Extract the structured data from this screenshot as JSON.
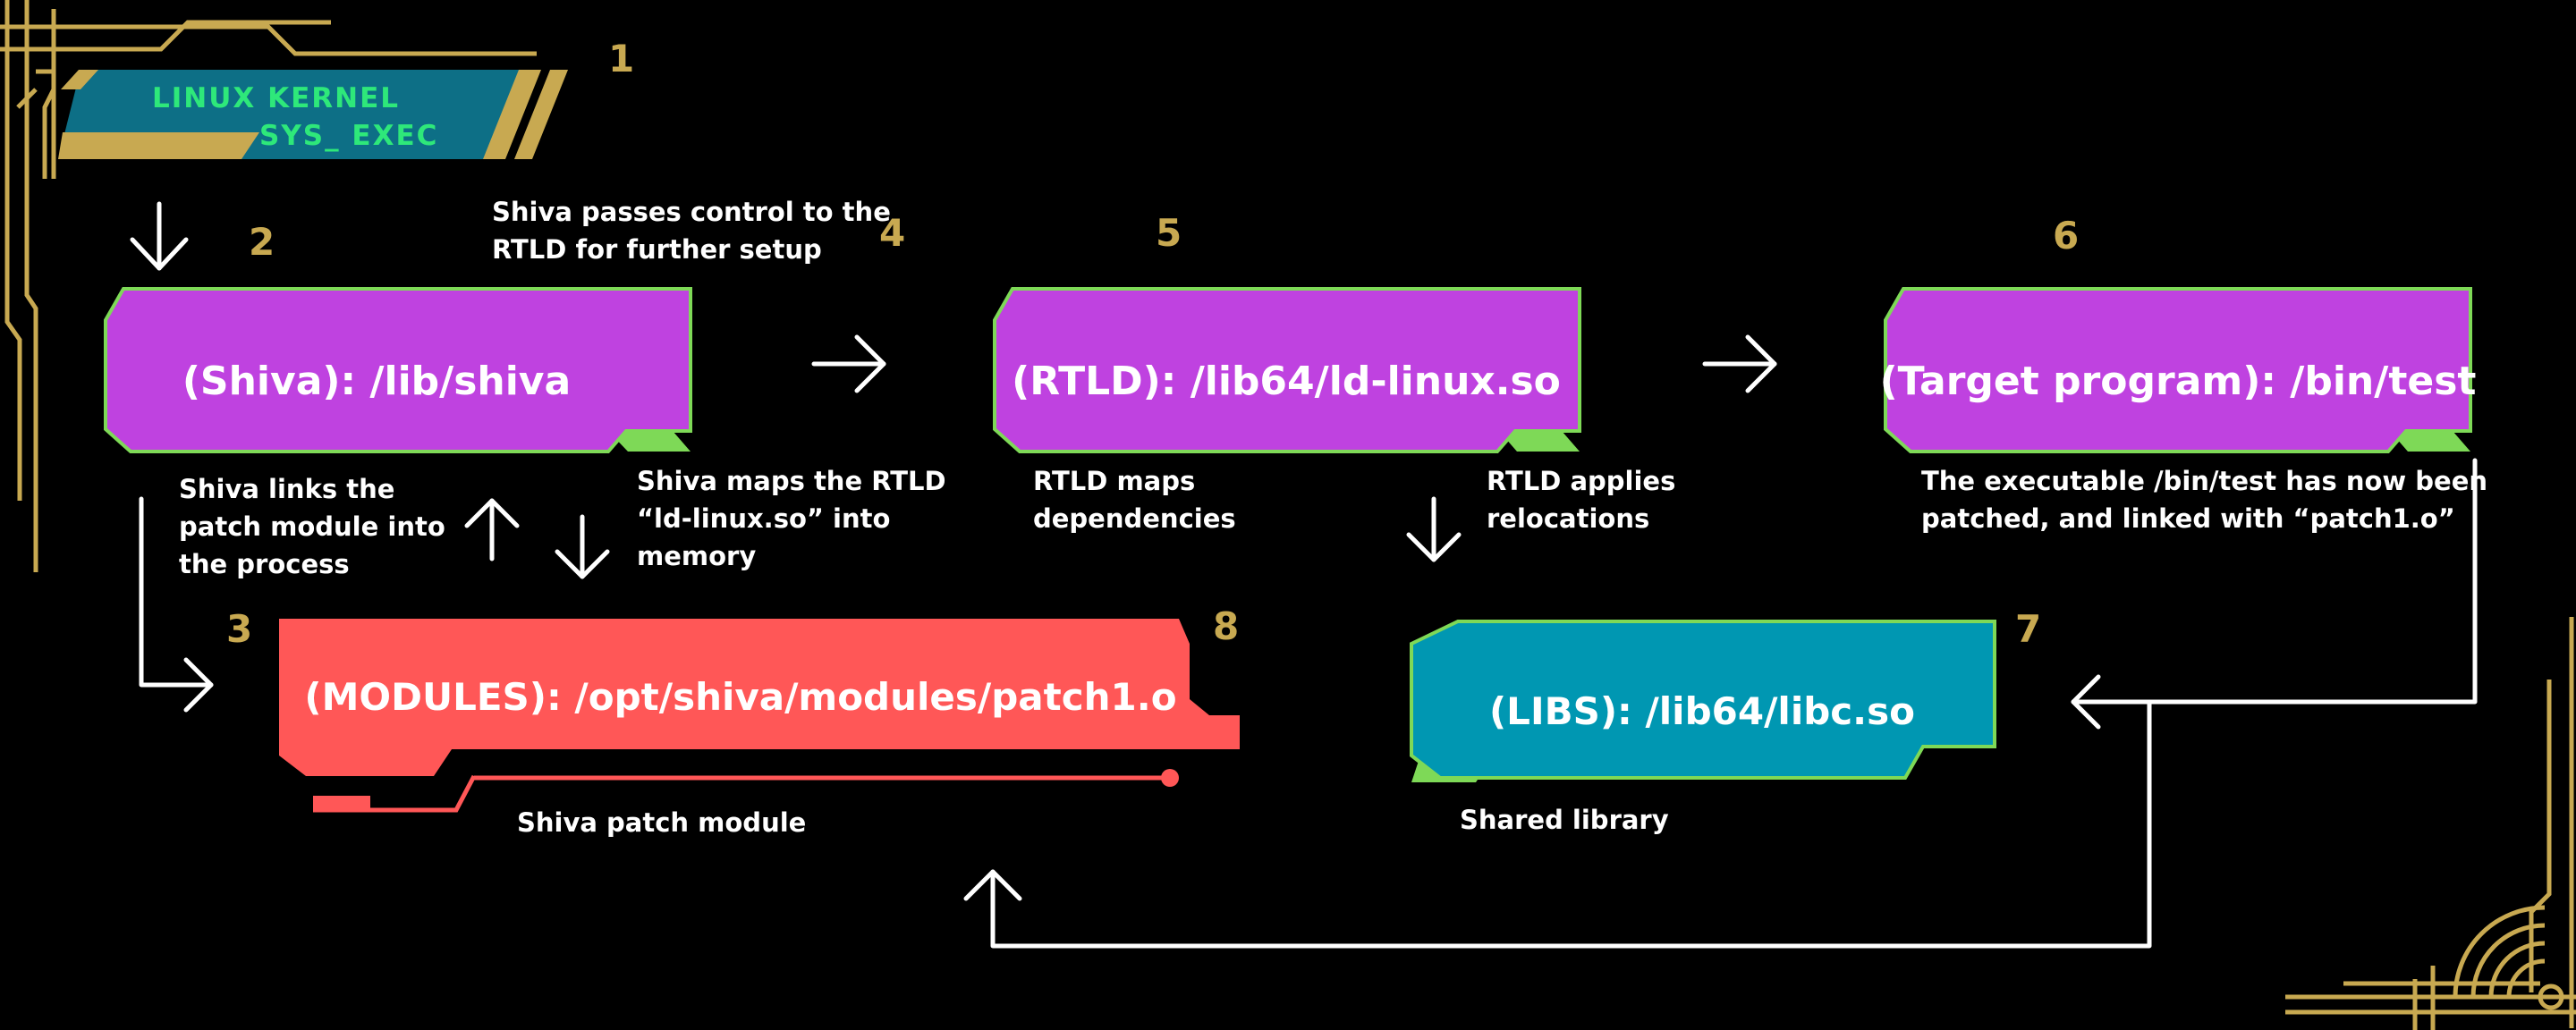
{
  "colors": {
    "background": "#000000",
    "gold": "#c8a951",
    "purple": "#bf42e0",
    "green": "#7ed957",
    "red": "#ff5757",
    "teal": "#0097b2",
    "white": "#ffffff",
    "header_text": "#2ee87a"
  },
  "header": {
    "line1": "LINUX KERNEL",
    "line2": "SYS_ EXEC"
  },
  "steps": {
    "s1": "1",
    "s2": "2",
    "s3": "3",
    "s4": "4",
    "s5": "5",
    "s6": "6",
    "s7": "7",
    "s8": "8"
  },
  "boxes": {
    "shiva": "(Shiva): /lib/shiva",
    "rtld": "(RTLD): /lib64/ld-linux.so",
    "target": "(Target program): /bin/test",
    "modules": "(MODULES): /opt/shiva/modules/patch1.o",
    "libs": "(LIBS): /lib64/libc.so"
  },
  "notes": {
    "passes_control": [
      "Shiva passes control to the",
      "RTLD for further setup"
    ],
    "links_patch": [
      "Shiva links the",
      "patch module into",
      "the process"
    ],
    "maps_rtld": [
      "Shiva maps the RTLD",
      "“ld-linux.so” into",
      "memory"
    ],
    "maps_deps": [
      "RTLD maps",
      "dependencies"
    ],
    "applies_relocs": [
      "RTLD applies",
      "relocations"
    ],
    "patched": [
      "The executable /bin/test has now been",
      "patched, and linked with “patch1.o”"
    ]
  },
  "captions": {
    "patch_module": "Shiva patch module",
    "shared_library": "Shared library"
  }
}
